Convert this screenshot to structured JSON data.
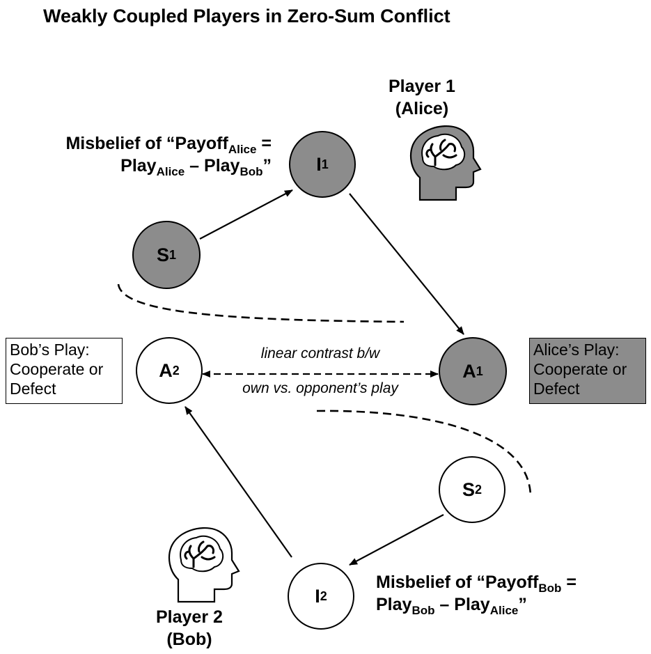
{
  "title": "Weakly Coupled Players in Zero-Sum Conflict",
  "player1": {
    "line1": "Player 1",
    "line2": "(Alice)"
  },
  "player2": {
    "line1": "Player 2",
    "line2": "(Bob)"
  },
  "misbelief_alice": {
    "prefix": "Misbelief of “Payoff",
    "sub1": "Alice",
    "eq": " =",
    "play1": "Play",
    "sub2": "Alice",
    "minus": " – Play",
    "sub3": "Bob",
    "close": "”"
  },
  "misbelief_bob": {
    "prefix": "Misbelief of “Payoff",
    "sub1": "Bob",
    "eq": " =",
    "play1": "Play",
    "sub2": "Bob",
    "minus": " – Play",
    "sub3": "Alice",
    "close": "”"
  },
  "nodes": {
    "I1": {
      "letter": "I",
      "sub": "1"
    },
    "S1": {
      "letter": "S",
      "sub": "1"
    },
    "A1": {
      "letter": "A",
      "sub": "1"
    },
    "A2": {
      "letter": "A",
      "sub": "2"
    },
    "S2": {
      "letter": "S",
      "sub": "2"
    },
    "I2": {
      "letter": "I",
      "sub": "2"
    }
  },
  "bob_play_box": {
    "line1": "Bob’s Play:",
    "line2": "Cooperate or",
    "line3": "Defect"
  },
  "alice_play_box": {
    "line1": "Alice’s Play:",
    "line2": "Cooperate or",
    "line3": "Defect"
  },
  "contrast": {
    "line1": "linear contrast b/w",
    "line2": "own vs. opponent’s play"
  },
  "colors": {
    "alice_fill": "#8c8c8c",
    "bob_fill": "#ffffff",
    "stroke": "#000000"
  },
  "icons": {
    "alice_head": "brain-head-icon",
    "bob_head": "brain-head-icon"
  }
}
